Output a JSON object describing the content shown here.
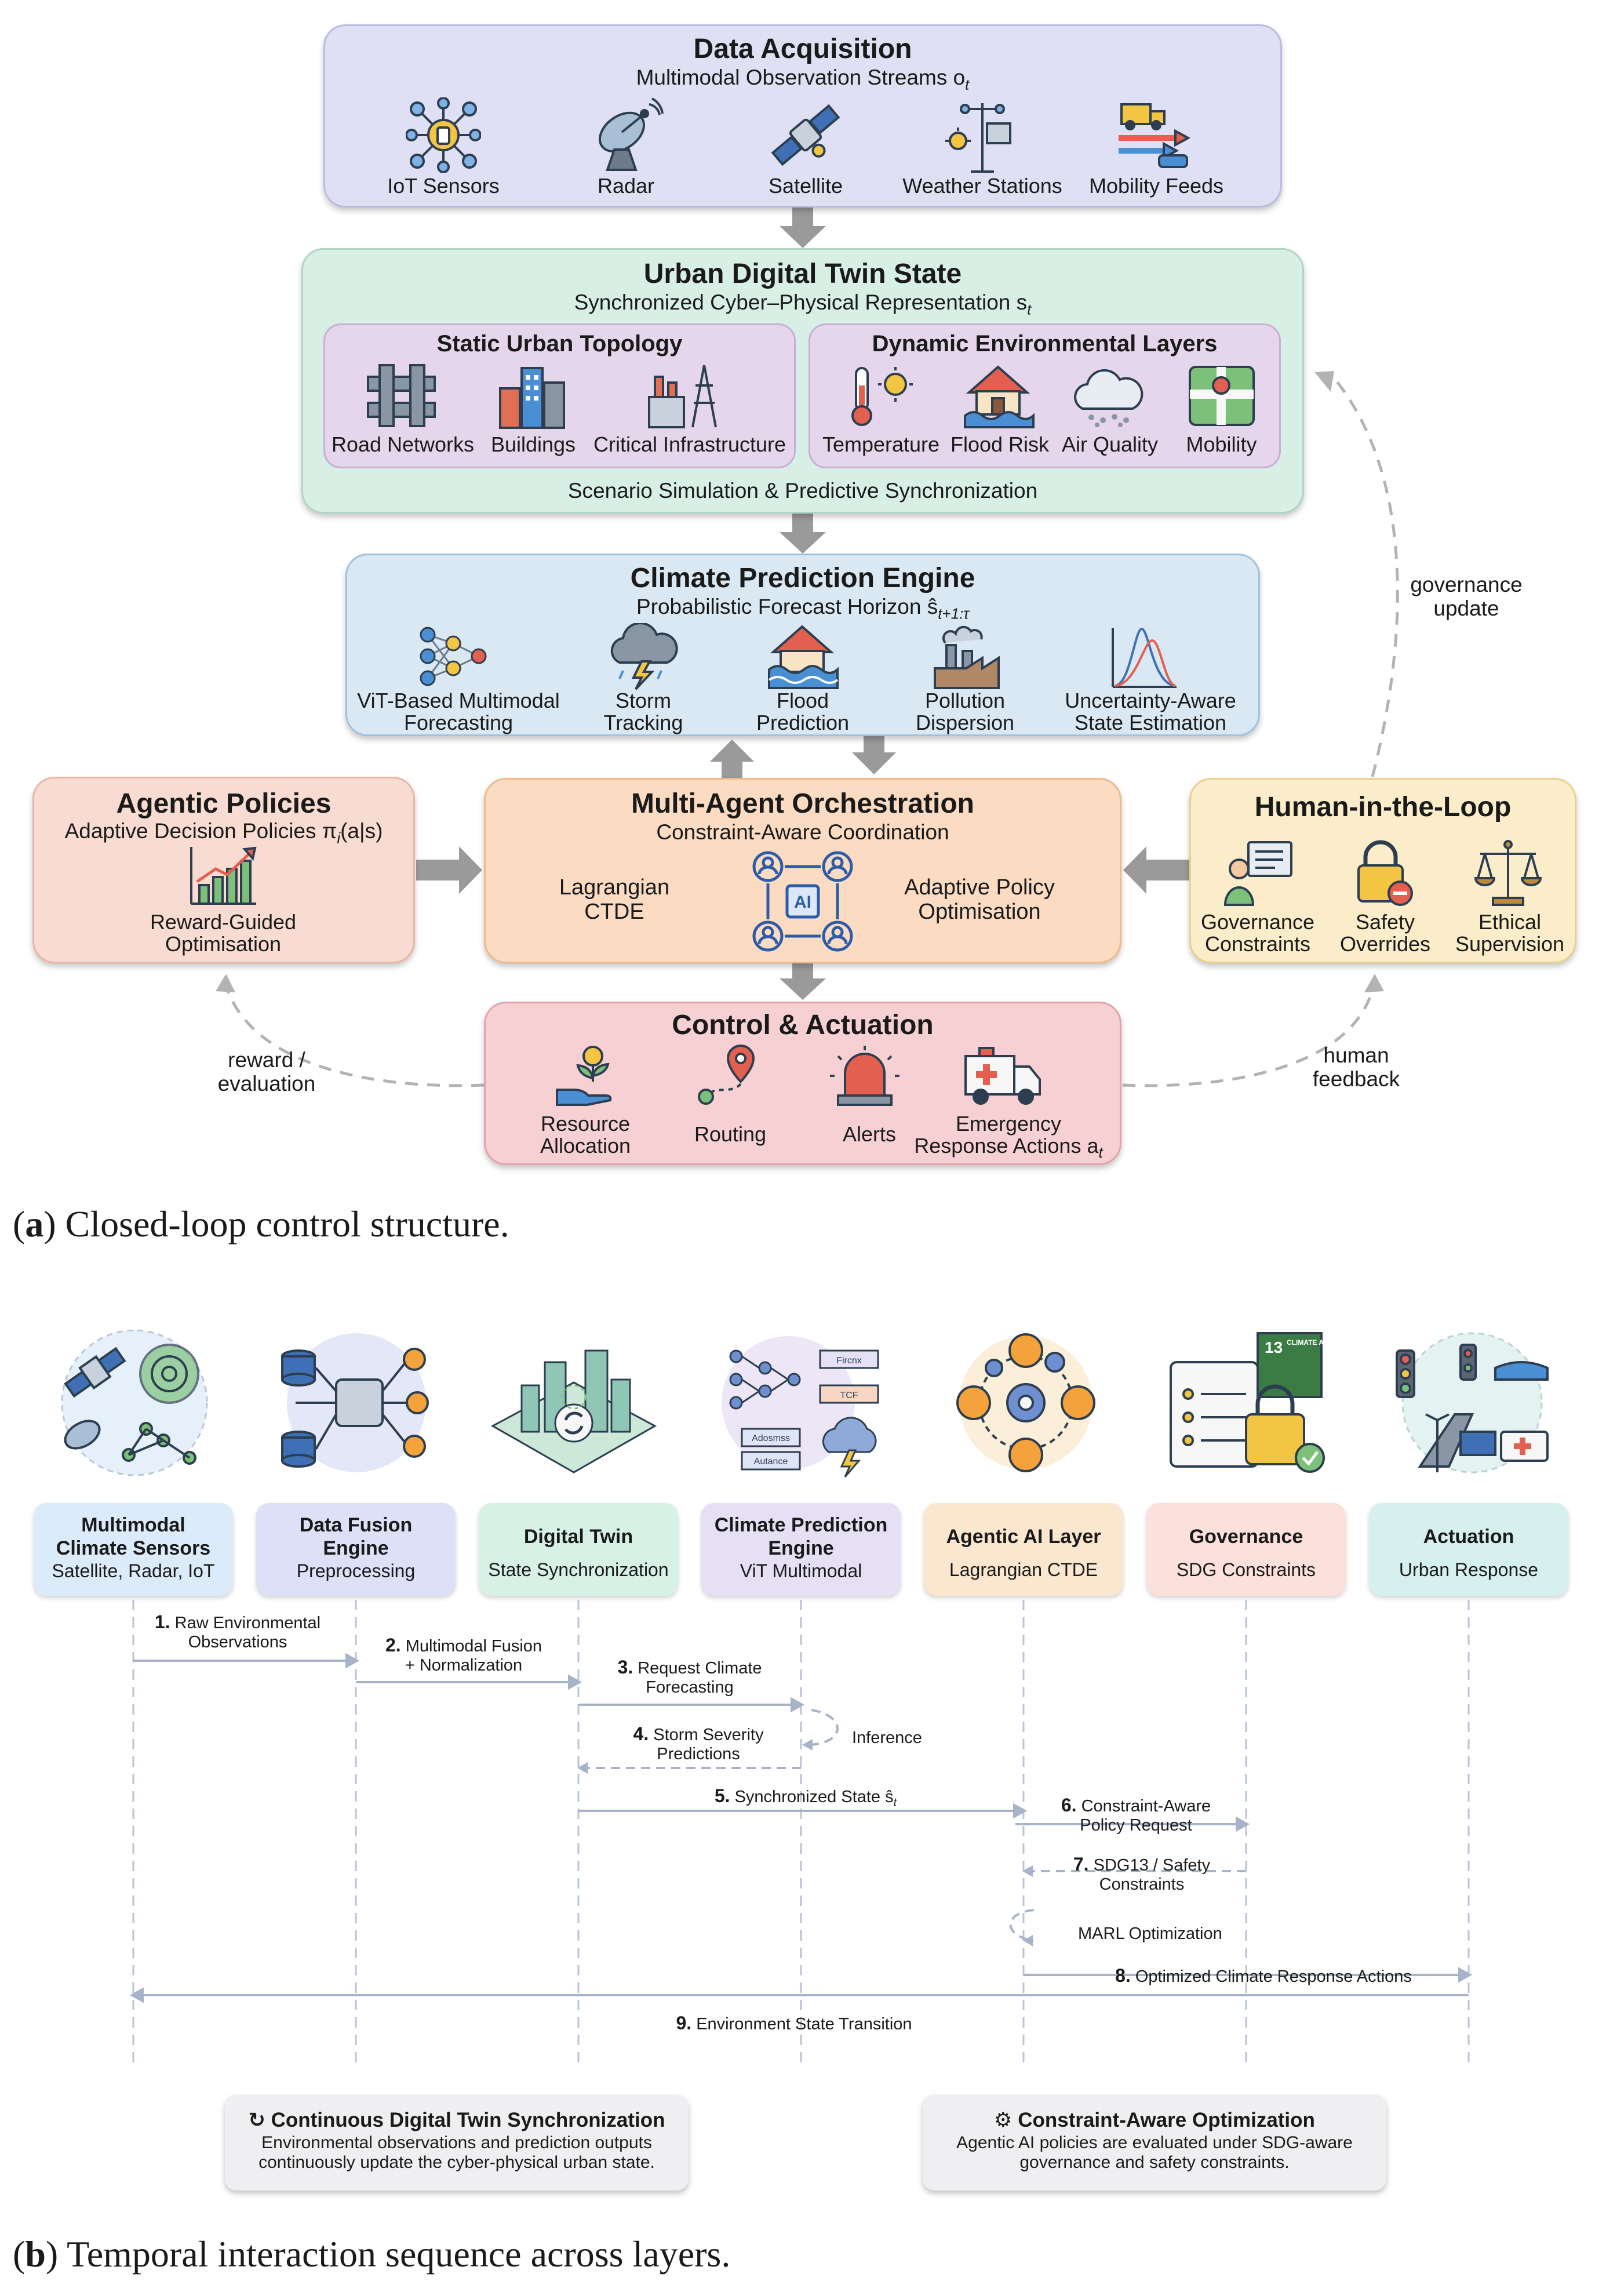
{
  "panel_a": {
    "caption_letter": "a",
    "caption_text": "Closed-loop control structure.",
    "data_acquisition": {
      "title": "Data Acquisition",
      "subtitle": "Multimodal Observation Streams o",
      "subtitle_sub": "t",
      "items": [
        "IoT Sensors",
        "Radar",
        "Satellite",
        "Weather Stations",
        "Mobility Feeds"
      ]
    },
    "digital_twin": {
      "title": "Urban Digital Twin State",
      "subtitle": "Synchronized Cyber–Physical Representation s",
      "subtitle_sub": "t",
      "static_title": "Static Urban Topology",
      "static_items": [
        "Road Networks",
        "Buildings",
        "Critical Infrastructure"
      ],
      "dynamic_title": "Dynamic Environmental Layers",
      "dynamic_items": [
        "Temperature",
        "Flood Risk",
        "Air Quality",
        "Mobility"
      ],
      "footer": "Scenario Simulation & Predictive Synchronization"
    },
    "prediction": {
      "title": "Climate Prediction Engine",
      "subtitle": "Probabilistic Forecast Horizon ŝ",
      "subtitle_sub": "t+1:τ",
      "items": [
        [
          "ViT-Based Multimodal",
          "Forecasting"
        ],
        [
          "Storm",
          "Tracking"
        ],
        [
          "Flood",
          "Prediction"
        ],
        [
          "Pollution",
          "Dispersion"
        ],
        [
          "Uncertainty-Aware",
          "State Estimation"
        ]
      ]
    },
    "agentic": {
      "title": "Agentic Policies",
      "subtitle": "Adaptive Decision Policies π",
      "subtitle_sub": "i",
      "subtitle_tail": "(a|s)",
      "item": [
        "Reward-Guided",
        "Optimisation"
      ]
    },
    "orchestration": {
      "title": "Multi-Agent Orchestration",
      "subtitle": "Constraint-Aware Coordination",
      "left": [
        "Lagrangian",
        "CTDE"
      ],
      "right": [
        "Adaptive Policy",
        "Optimisation"
      ],
      "center_label": "AI"
    },
    "human": {
      "title": "Human-in-the-Loop",
      "items": [
        [
          "Governance",
          "Constraints"
        ],
        [
          "Safety",
          "Overrides"
        ],
        [
          "Ethical",
          "Supervision"
        ]
      ]
    },
    "control": {
      "title": "Control & Actuation",
      "items": [
        [
          "Resource",
          "Allocation"
        ],
        [
          "Routing"
        ],
        [
          "Alerts"
        ],
        [
          "Emergency",
          "Response Actions a"
        ]
      ],
      "action_sub": "t"
    },
    "edges": {
      "governance": [
        "governance",
        "update"
      ],
      "reward": [
        "reward /",
        "evaluation"
      ],
      "human": [
        "human",
        "feedback"
      ]
    }
  },
  "panel_b": {
    "caption_letter": "b",
    "caption_text": "Temporal interaction sequence across layers.",
    "columns": [
      {
        "title": [
          "Multimodal",
          "Climate Sensors"
        ],
        "sub": "Satellite, Radar, IoT",
        "color": "#dcebfa"
      },
      {
        "title": [
          "Data Fusion",
          "Engine"
        ],
        "sub": "Preprocessing",
        "color": "#dde0f7"
      },
      {
        "title": [
          "Digital Twin"
        ],
        "sub": "State Synchronization",
        "color": "#d8f1e6"
      },
      {
        "title": [
          "Climate Prediction",
          "Engine"
        ],
        "sub": "ViT Multimodal",
        "color": "#e6e0f5"
      },
      {
        "title": [
          "Agentic AI Layer"
        ],
        "sub": "Lagrangian CTDE",
        "color": "#fbe7cf"
      },
      {
        "title": [
          "Governance"
        ],
        "sub": "SDG Constraints",
        "color": "#fbe0dc"
      },
      {
        "title": [
          "Actuation"
        ],
        "sub": "Urban Response",
        "color": "#d6f0ee"
      }
    ],
    "messages": [
      {
        "num": "1.",
        "text": [
          "Raw Environmental",
          "Observations"
        ]
      },
      {
        "num": "2.",
        "text": [
          "Multimodal Fusion",
          "+ Normalization"
        ]
      },
      {
        "num": "3.",
        "text": [
          "Request Climate",
          "Forecasting"
        ]
      },
      {
        "num": "",
        "text": [
          "Inference"
        ]
      },
      {
        "num": "4.",
        "text": [
          "Storm Severity",
          "Predictions"
        ]
      },
      {
        "num": "5.",
        "text": [
          "Synchronized State ŝ"
        ],
        "sub": "t"
      },
      {
        "num": "6.",
        "text": [
          "Constraint-Aware",
          "Policy Request"
        ]
      },
      {
        "num": "7.",
        "text": [
          "SDG13 / Safety",
          "Constraints"
        ]
      },
      {
        "num": "",
        "text": [
          "MARL Optimization"
        ]
      },
      {
        "num": "8.",
        "text": [
          "Optimized Climate Response Actions"
        ]
      },
      {
        "num": "9.",
        "text": [
          "Environment State Transition"
        ]
      }
    ],
    "notes": [
      {
        "title": "Continuous Digital Twin Synchronization",
        "body": [
          "Environmental observations and prediction outputs",
          "continuously update the cyber-physical urban state."
        ]
      },
      {
        "title": "Constraint-Aware Optimization",
        "body": [
          "Agentic AI policies are evaluated under SDG-aware",
          "governance and safety constraints."
        ]
      }
    ],
    "icon_badge_texts": [
      "Fircnx",
      "TCF",
      "Adosmss",
      "Autance",
      "13",
      "CLIMATE ACTION"
    ]
  },
  "colors": {
    "acquisition": "#dfe0f3",
    "twin": "#d8efe6",
    "inner_box": "#e5d6eb",
    "prediction": "#d9e8f3",
    "agentic": "#f9dcd1",
    "orchestration": "#fbdcc2",
    "human": "#fbedc9",
    "control": "#f6d0d2",
    "arrow": "#9a9a9a",
    "lifeline": "#b9c3d4"
  },
  "icons": [
    "iot-sensor-icon",
    "radar-dish-icon",
    "satellite-icon",
    "weather-station-icon",
    "mobility-feed-icon",
    "road-network-icon",
    "buildings-icon",
    "power-infrastructure-icon",
    "thermometer-sun-icon",
    "flood-house-icon",
    "air-quality-cloud-icon",
    "mobility-map-icon",
    "neural-network-icon",
    "storm-cloud-icon",
    "flood-prediction-icon",
    "factory-pollution-icon",
    "distribution-curve-icon",
    "growth-chart-icon",
    "agents-ai-icon",
    "governance-presenter-icon",
    "safety-lock-icon",
    "scales-icon",
    "money-plant-hand-icon",
    "route-pin-icon",
    "siren-alert-icon",
    "ambulance-icon"
  ]
}
